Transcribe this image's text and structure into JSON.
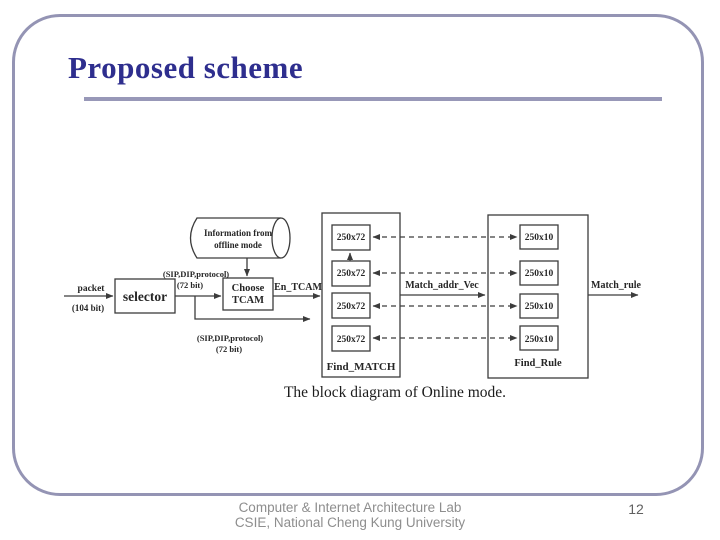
{
  "slide": {
    "title": "Proposed scheme",
    "caption": "The block diagram of Online mode.",
    "footer_line1": "Computer & Internet Architecture Lab",
    "footer_line2": "CSIE, National Cheng Kung University",
    "page_number": "12"
  },
  "colors": {
    "title_text": "#2e2e8e",
    "accent_rule": "#9898b8",
    "slide_border": "#9494b4",
    "diagram_stroke": "#3c3c3c",
    "footer_text": "#8e8e8e"
  },
  "diagram": {
    "input": {
      "label": "packet",
      "width_label": "(104 bit)"
    },
    "selector": {
      "label": "selector"
    },
    "signal_top": {
      "line1": "(SIP,DIP,protocol)",
      "line2": "(72 bit)"
    },
    "choose_tcam": {
      "line1": "Choose",
      "line2": "TCAM"
    },
    "offline_store": {
      "line1": "Information from",
      "line2": "offline mode"
    },
    "en_tcam_label": "En_TCAM",
    "signal_bottom": {
      "line1": "(SIP,DIP,protocol)",
      "line2": "(72 bit)"
    },
    "find_match": {
      "label": "Find_MATCH",
      "cells": [
        "250x72",
        "250x72",
        "250x72",
        "250x72"
      ]
    },
    "find_rule": {
      "label": "Find_Rule",
      "cells": [
        "250x10",
        "250x10",
        "250x10",
        "250x10"
      ]
    },
    "match_addr_vec_label": "Match_addr_Vec",
    "match_rule_label": "Match_rule"
  }
}
